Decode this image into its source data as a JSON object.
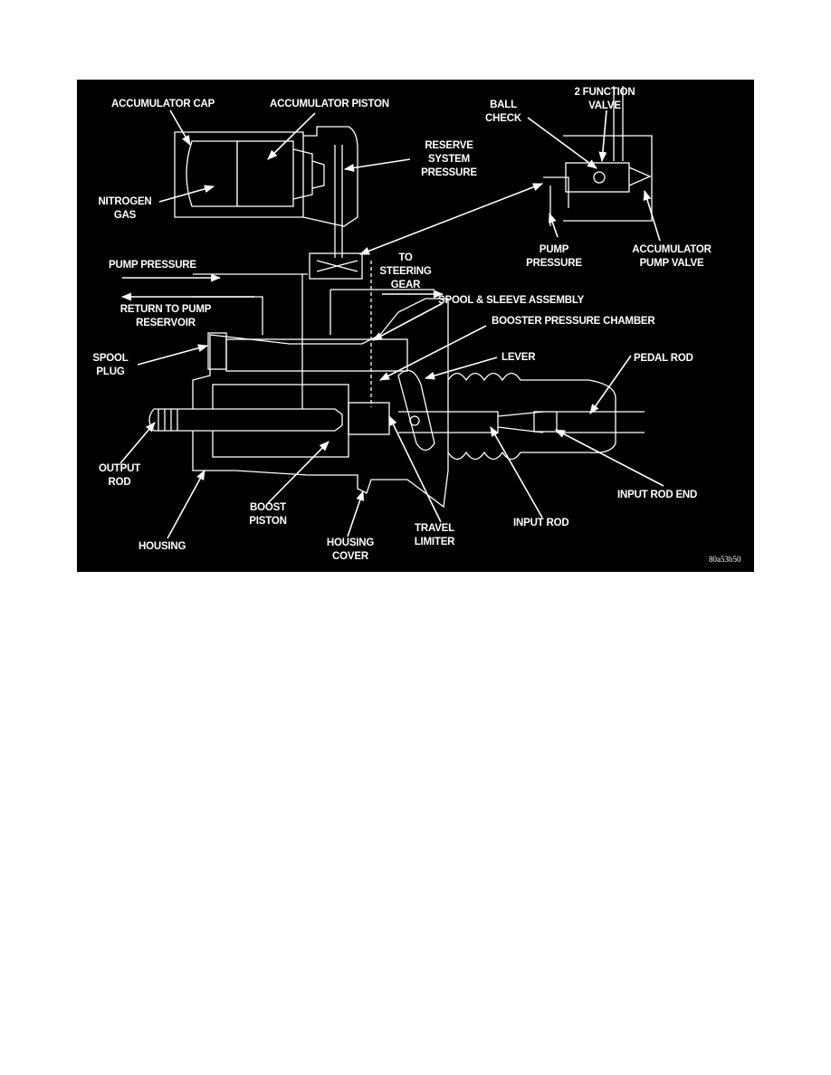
{
  "figure": {
    "background": "#000000",
    "line_color": "#ffffff",
    "figure_id": "80a53b50",
    "labels": {
      "accumulator_cap": "ACCUMULATOR CAP",
      "accumulator_piston": "ACCUMULATOR PISTON",
      "ball_check": "BALL\nCHECK",
      "two_function_valve": "2 FUNCTION\nVALVE",
      "reserve_system_pressure": "RESERVE\nSYSTEM\nPRESSURE",
      "nitrogen_gas": "NITROGEN\nGAS",
      "pump_pressure_right": "PUMP\nPRESSURE",
      "accumulator_pump_valve": "ACCUMULATOR\nPUMP VALVE",
      "pump_pressure_left": "PUMP PRESSURE",
      "to_steering_gear": "TO\nSTEERING\nGEAR",
      "spool_sleeve_assembly": "SPOOL & SLEEVE ASSEMBLY",
      "return_to_pump_reservoir": "RETURN TO PUMP\nRESERVOIR",
      "booster_pressure_chamber": "BOOSTER PRESSURE CHAMBER",
      "spool_plug": "SPOOL\nPLUG",
      "lever": "LEVER",
      "pedal_rod": "PEDAL ROD",
      "output_rod": "OUTPUT\nROD",
      "input_rod_end": "INPUT ROD END",
      "boost_piston": "BOOST\nPISTON",
      "input_rod": "INPUT ROD",
      "travel_limiter": "TRAVEL\nLIMITER",
      "housing": "HOUSING",
      "housing_cover": "HOUSING\nCOVER"
    }
  }
}
